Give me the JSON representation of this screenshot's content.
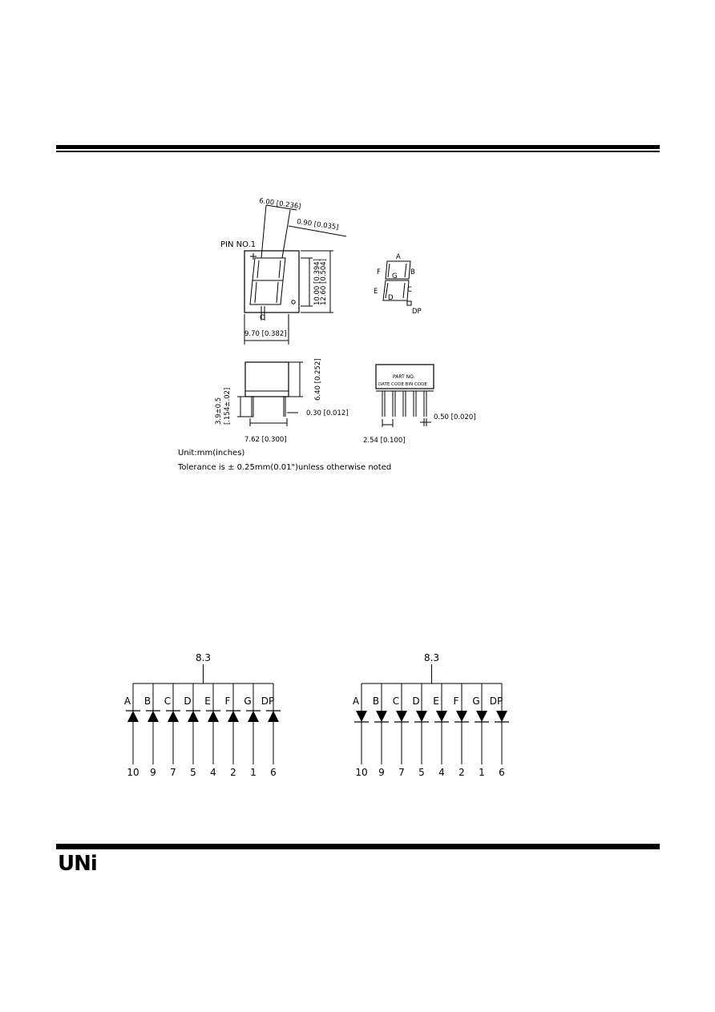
{
  "drawing": {
    "top_width": "6.00 [0.236]",
    "segment_offset": "0.90 [0.035]",
    "pin1_label": "PIN NO.1",
    "height_dims": "10.00 [0.394]",
    "height_total": "12.60 [0.504]",
    "width_dim": "9.70 [0.382]",
    "segment_labels": [
      "A",
      "B",
      "C",
      "D",
      "E",
      "F",
      "G",
      "DP"
    ],
    "side_height": "6.40 [0.252]",
    "lead_length": "3.9±0.5",
    "lead_length_in": "[.154±.02]",
    "lead_dia": "0.30 [0.012]",
    "row_spacing": "7.62 [0.300]",
    "part_no": "PART NO.",
    "date_code": "DATE CODE BIN CODE",
    "pin_width": "0.50 [0.020]",
    "pin_pitch": "2.54 [0.100]",
    "unit": "Unit:mm(inches)",
    "tolerance": "Tolerance is ± 0.25mm(0.01\")unless otherwise noted"
  },
  "schematics": [
    {
      "common": "8.3",
      "orientation": "common-cathode",
      "segments": [
        "A",
        "B",
        "C",
        "D",
        "E",
        "F",
        "G",
        "DP"
      ],
      "pins": [
        "10",
        "9",
        "7",
        "5",
        "4",
        "2",
        "1",
        "6"
      ]
    },
    {
      "common": "8.3",
      "orientation": "common-anode",
      "segments": [
        "A",
        "B",
        "C",
        "D",
        "E",
        "F",
        "G",
        "DP"
      ],
      "pins": [
        "10",
        "9",
        "7",
        "5",
        "4",
        "2",
        "1",
        "6"
      ]
    }
  ],
  "logo": "UNi"
}
